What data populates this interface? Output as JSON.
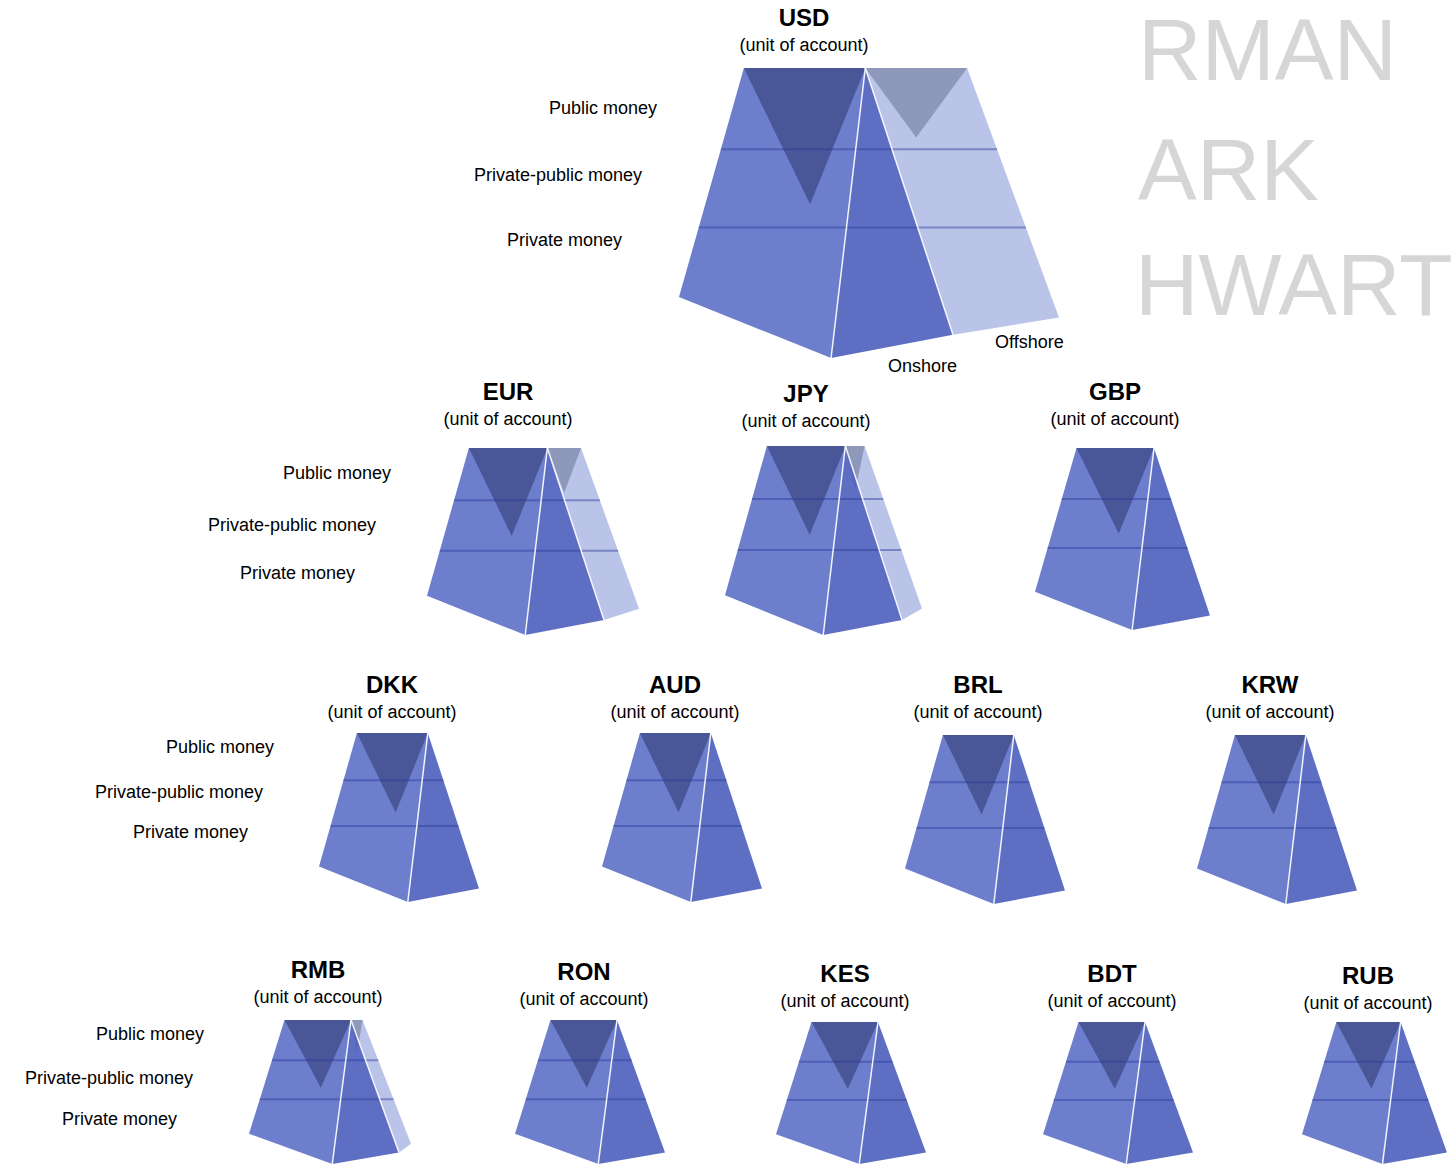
{
  "diagram": {
    "nodes": [
      {
        "text": [
          "USD",
          "(unit of account)"
        ]
      },
      {
        "text": [
          "EUR",
          "(unit of account)"
        ]
      },
      {
        "text": [
          "JPY",
          "(unit of account)"
        ]
      },
      {
        "text": [
          "GBP",
          "(unit of account)"
        ]
      },
      {
        "text": [
          "DKK",
          "(unit of account)"
        ]
      },
      {
        "text": [
          "AUD",
          "(unit of account)"
        ]
      },
      {
        "text": [
          "BRL",
          "(unit of account)"
        ]
      },
      {
        "text": [
          "KRW",
          "(unit of account)"
        ]
      },
      {
        "text": [
          "RMB",
          "(unit of account)"
        ]
      },
      {
        "text": [
          "RON",
          "(unit of account)"
        ]
      },
      {
        "text": [
          "KES",
          "(unit of account)"
        ]
      },
      {
        "text": [
          "BDT",
          "(unit of account)"
        ]
      },
      {
        "text": [
          "RUB",
          "(unit of account)"
        ]
      }
    ],
    "labels": [
      "Public money",
      "Private-public money",
      "Private money",
      "Onshore",
      "Offshore",
      "RMAN",
      "ARK",
      "HWART",
      "Public money",
      "Private-public money",
      "Private money",
      "Public money",
      "Private-public money",
      "Private money",
      "Public money",
      "Private-public money",
      "Private money"
    ]
  }
}
